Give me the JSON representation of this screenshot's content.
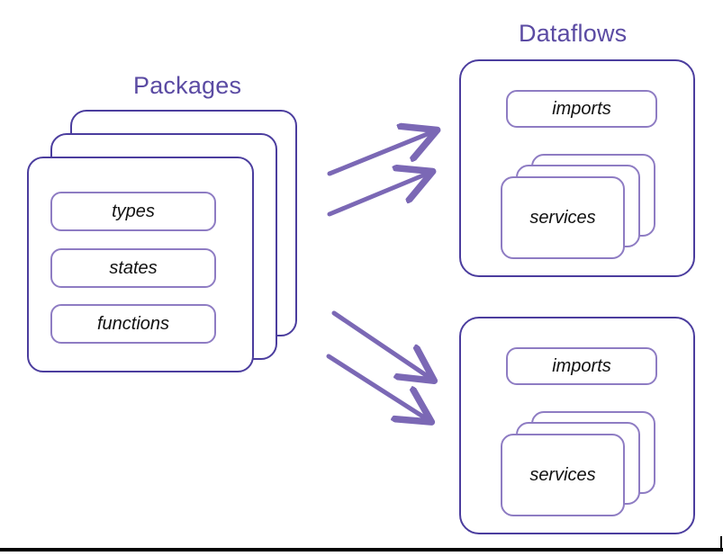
{
  "diagram": {
    "title_packages": "Packages",
    "title_dataflows": "Dataflows",
    "colors": {
      "container_border": "#4B3D9E",
      "inner_border": "#8E7CC3",
      "title_text": "#5B4BA3",
      "arrow": "#7B68B5",
      "label_text": "#111111",
      "background": "#ffffff",
      "rule": "#000000"
    },
    "packages": {
      "stack_count": 3,
      "chips": [
        {
          "label": "types"
        },
        {
          "label": "states"
        },
        {
          "label": "functions"
        }
      ]
    },
    "dataflows": [
      {
        "imports_label": "imports",
        "services_label": "services",
        "services_stack_count": 3
      },
      {
        "imports_label": "imports",
        "services_label": "services",
        "services_stack_count": 3
      }
    ],
    "arrows": [
      {
        "from": "packages",
        "to": "dataflow-1",
        "direction": "up-right"
      },
      {
        "from": "packages",
        "to": "dataflow-1",
        "direction": "up-right"
      },
      {
        "from": "packages",
        "to": "dataflow-2",
        "direction": "down-right"
      },
      {
        "from": "packages",
        "to": "dataflow-2",
        "direction": "down-right"
      }
    ]
  }
}
